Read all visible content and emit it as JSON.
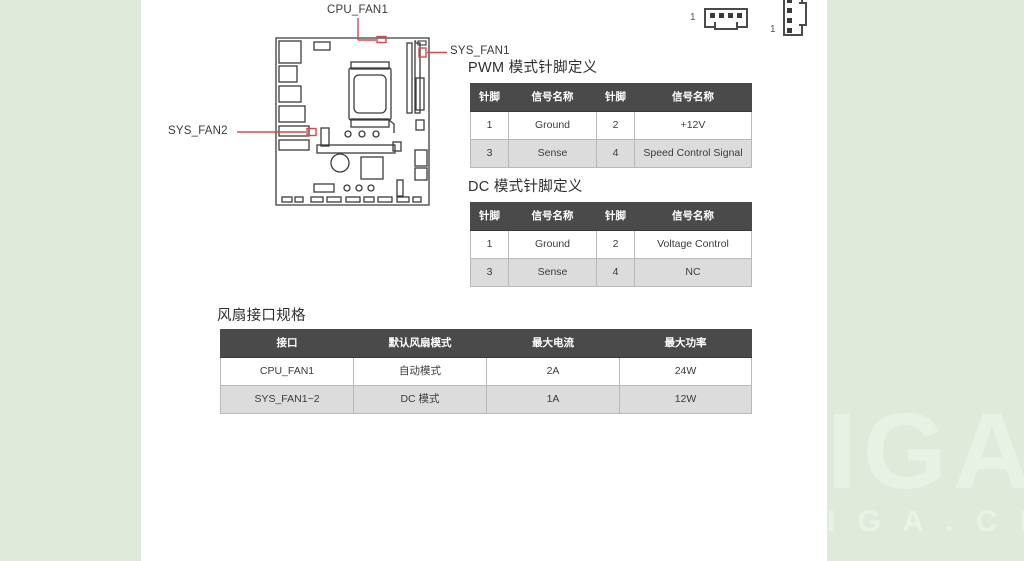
{
  "document": {
    "background_color": "#ffffff",
    "band_color": "#dfeada",
    "accent_color": "#d24b4b",
    "header_color": "#4a4a4a"
  },
  "watermark": {
    "big": "IGA",
    "small": "I G A . C N"
  },
  "diagram": {
    "title": "motherboard-fan-connectors",
    "labels": [
      {
        "id": "cpu-fan1",
        "text": "CPU_FAN1"
      },
      {
        "id": "sys-fan1",
        "text": "SYS_FAN1"
      },
      {
        "id": "sys-fan2",
        "text": "SYS_FAN2"
      }
    ]
  },
  "connectors": [
    {
      "id": "horizontal-4pin-header",
      "pin_label": "1",
      "pins": 4,
      "orientation": "horizontal"
    },
    {
      "id": "vertical-4pin-header",
      "pin_label": "1",
      "pins": 4,
      "orientation": "vertical"
    }
  ],
  "sections": {
    "pwm_heading": "PWM 模式针脚定义",
    "dc_heading": "DC 模式针脚定义",
    "fan_spec_heading": "风扇接口规格"
  },
  "pwm_table": {
    "headers": [
      "针脚",
      "信号名称",
      "针脚",
      "信号名称"
    ],
    "rows": [
      [
        "1",
        "Ground",
        "2",
        "+12V"
      ],
      [
        "3",
        "Sense",
        "4",
        "Speed Control Signal"
      ]
    ]
  },
  "dc_table": {
    "headers": [
      "针脚",
      "信号名称",
      "针脚",
      "信号名称"
    ],
    "rows": [
      [
        "1",
        "Ground",
        "2",
        "Voltage Control"
      ],
      [
        "3",
        "Sense",
        "4",
        "NC"
      ]
    ]
  },
  "fan_spec_table": {
    "headers": [
      "接口",
      "默认风扇模式",
      "最大电流",
      "最大功率"
    ],
    "rows": [
      [
        "CPU_FAN1",
        "自动模式",
        "2A",
        "24W"
      ],
      [
        "SYS_FAN1~2",
        "DC 模式",
        "1A",
        "12W"
      ]
    ]
  }
}
